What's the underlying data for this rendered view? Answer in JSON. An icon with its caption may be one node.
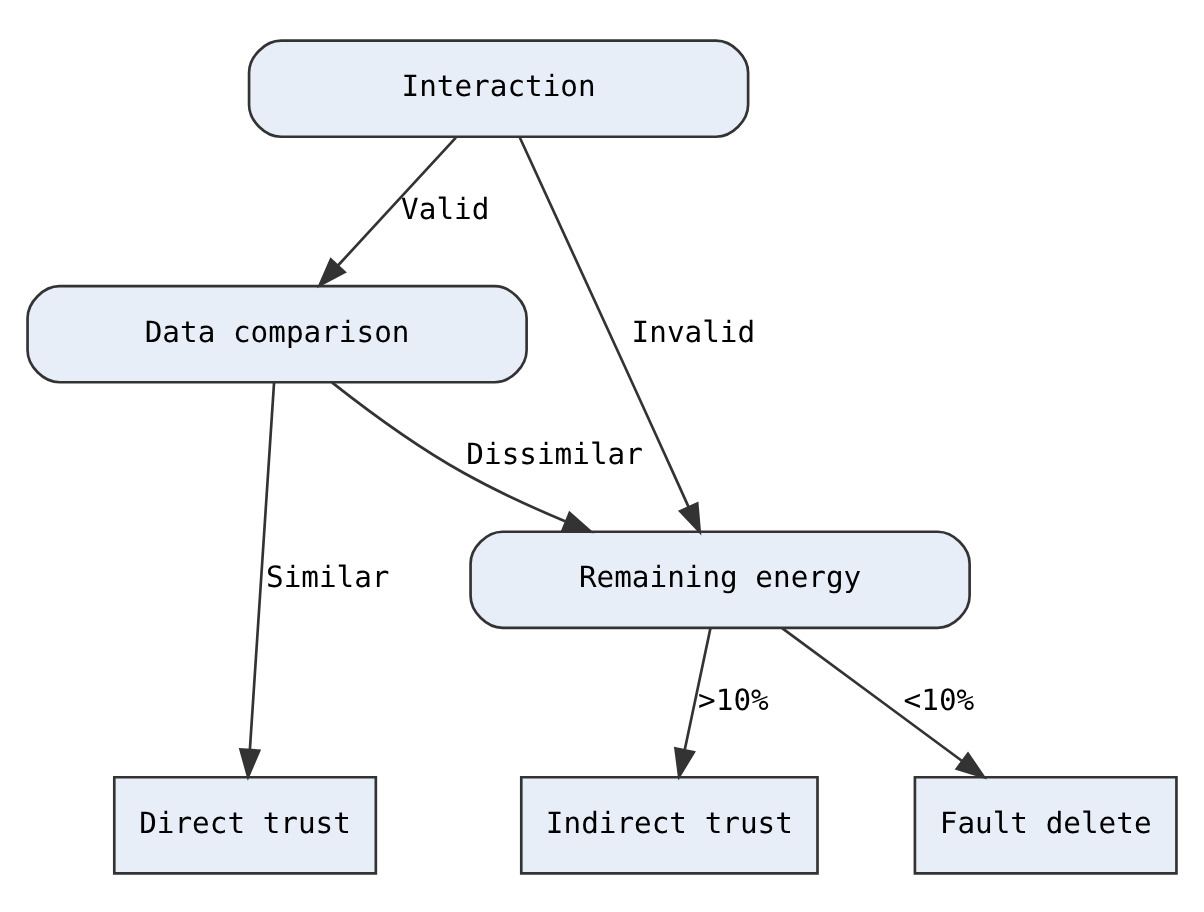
{
  "diagram": {
    "nodes": [
      {
        "text": [
          "Interaction"
        ]
      },
      {
        "text": [
          "Data comparison"
        ]
      },
      {
        "text": [
          "Remaining energy"
        ]
      },
      {
        "text": [
          "Direct trust"
        ]
      },
      {
        "text": [
          "Fault delete"
        ]
      },
      {
        "text": [
          "Indirect trust"
        ]
      }
    ],
    "edges": [
      {
        "from": 0,
        "to": 1,
        "arrow": "to",
        "label": "Valid"
      },
      {
        "from": 0,
        "to": 2,
        "arrow": "to",
        "label": "Invalid"
      },
      {
        "from": 1,
        "to": 3,
        "arrow": "to",
        "label": "Similar"
      },
      {
        "from": 1,
        "to": 2,
        "arrow": "to",
        "label": "Dissimilar"
      },
      {
        "from": 2,
        "to": 4,
        "arrow": "to",
        "label": "<10%"
      },
      {
        "from": 2,
        "to": 5,
        "arrow": "to",
        "label": ">10%"
      }
    ]
  }
}
